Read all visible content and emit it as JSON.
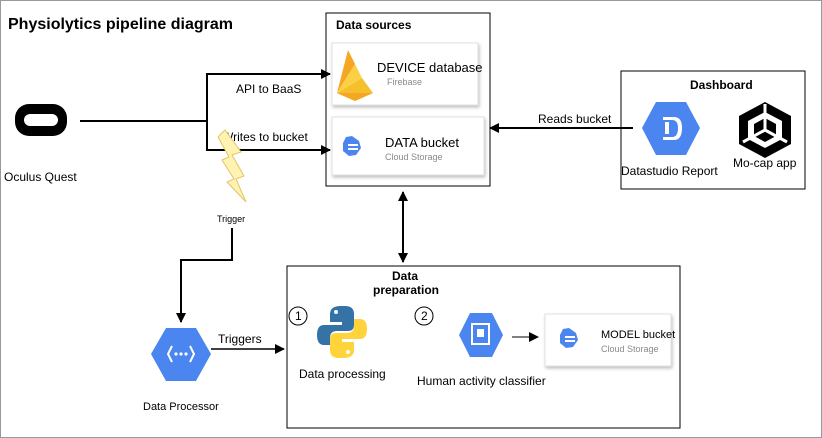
{
  "title": "Physiolytics pipeline diagram",
  "groups": {
    "data_sources": "Data sources",
    "dashboard": "Dashboard",
    "data_preparation_line1": "Data",
    "data_preparation_line2": "preparation"
  },
  "nodes": {
    "oculus": "Oculus Quest",
    "device_db_title": "DEVICE database",
    "device_db_sub": "Firebase",
    "data_bucket_title": "DATA bucket",
    "data_bucket_sub": "Cloud Storage",
    "datastudio": "Datastudio Report",
    "mocap": "Mo-cap app",
    "data_processor": "Data Processor",
    "data_processing": "Data processing",
    "har_classifier": "Human activity classifier",
    "model_bucket_title": "MODEL bucket",
    "model_bucket_sub": "Cloud Storage"
  },
  "steps": {
    "one": "1",
    "two": "2"
  },
  "edges": {
    "api": "API to BaaS",
    "writes": "Writes to bucket",
    "reads": "Reads bucket",
    "trigger": "Trigger",
    "triggers": "Triggers"
  },
  "colors": {
    "gcp_blue": "#4a85f0",
    "firebase_orange": "#f5a623",
    "firebase_yellow": "#fbd045",
    "python_blue": "#3572a5",
    "python_yellow": "#ffd43b",
    "lightning": "#fff2b3"
  }
}
